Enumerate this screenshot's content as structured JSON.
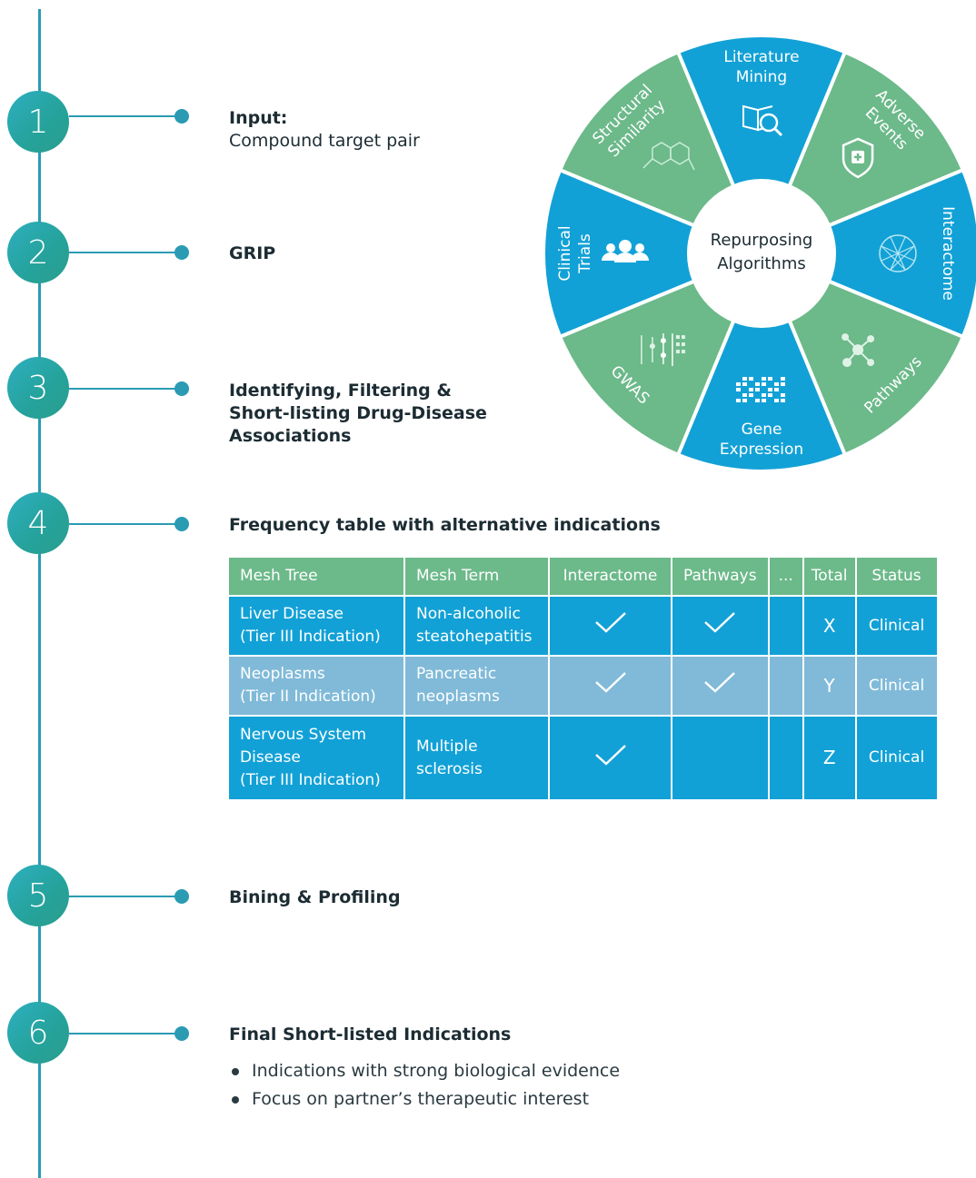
{
  "steps": [
    {
      "number": "1",
      "title": "Input:",
      "subtitle": "Compound target pair"
    },
    {
      "number": "2",
      "title": "GRIP"
    },
    {
      "number": "3",
      "title": [
        "Identifying, Filtering &",
        "Short-listing Drug-Disease",
        "Associations"
      ]
    },
    {
      "number": "4",
      "title": "Frequency table with alternative indications"
    },
    {
      "number": "5",
      "title": "Bining & Profiling"
    },
    {
      "number": "6",
      "title": "Final Short-listed Indications"
    }
  ],
  "bullets": [
    "Indications with strong biological evidence",
    "Focus on partner’s therapeutic interest"
  ],
  "wheel": {
    "center": [
      "Repurposing",
      "Algorithms"
    ],
    "segments": [
      {
        "label": [
          "Clinical",
          "Trials"
        ],
        "icon": "people-icon",
        "color": "#12a1d6"
      },
      {
        "label": [
          "Structural",
          "Similarity"
        ],
        "icon": "molecule-icon",
        "color": "#6cb98a"
      },
      {
        "label": [
          "Literature",
          "Mining"
        ],
        "icon": "book-search-icon",
        "color": "#12a1d6"
      },
      {
        "label": [
          "Adverse",
          "Events"
        ],
        "icon": "shield-plus-icon",
        "color": "#6cb98a"
      },
      {
        "label": [
          "Interactome"
        ],
        "icon": "network-icon",
        "color": "#12a1d6"
      },
      {
        "label": [
          "Pathways"
        ],
        "icon": "pathway-icon",
        "color": "#6cb98a"
      },
      {
        "label": [
          "Gene",
          "Expression"
        ],
        "icon": "heatmap-icon",
        "color": "#12a1d6"
      },
      {
        "label": [
          "GWAS"
        ],
        "icon": "gwas-icon",
        "color": "#6cb98a"
      }
    ]
  },
  "table": {
    "headers": [
      "Mesh Tree",
      "Mesh Term",
      "Interactome",
      "Pathways",
      "...",
      "Total",
      "Status"
    ],
    "rows": [
      {
        "tree": [
          "Liver Disease",
          "(Tier III Indication)"
        ],
        "term": [
          "Non-alcoholic",
          "steatohepatitis"
        ],
        "interactome": true,
        "pathways": true,
        "total": "X",
        "status": "Clinical"
      },
      {
        "tree": [
          "Neoplasms",
          "(Tier II Indication)"
        ],
        "term": [
          "Pancreatic",
          "neoplasms"
        ],
        "interactome": true,
        "pathways": true,
        "total": "Y",
        "status": "Clinical"
      },
      {
        "tree": [
          "Nervous System",
          "Disease",
          "(Tier III Indication)"
        ],
        "term": [
          "Multiple",
          "sclerosis"
        ],
        "interactome": true,
        "pathways": false,
        "total": "Z",
        "status": "Clinical"
      }
    ]
  },
  "colors": {
    "teal": "#2a9bb3",
    "blue": "#12a1d6",
    "green": "#6cb98a",
    "light_blue": "#80bad8"
  }
}
